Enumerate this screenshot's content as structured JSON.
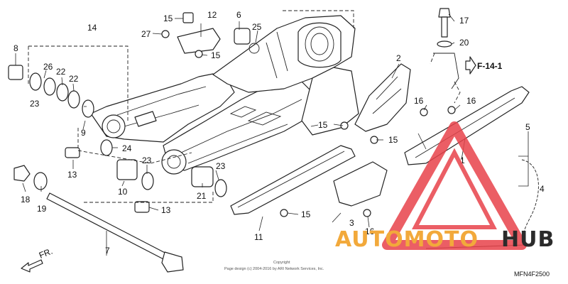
{
  "diagram": {
    "part_numbers": [
      "1",
      "2",
      "3",
      "4",
      "5",
      "6",
      "7",
      "8",
      "9",
      "10",
      "11",
      "12",
      "13",
      "13",
      "14",
      "15",
      "15",
      "15",
      "15",
      "15",
      "16",
      "16",
      "16",
      "17",
      "18",
      "19",
      "20",
      "21",
      "22",
      "22",
      "23",
      "23",
      "23",
      "24",
      "25",
      "26",
      "27"
    ],
    "reference": "F-14-1",
    "direction_label": "FR.",
    "copyright_line1": "Copyright",
    "copyright_line2": "Page design (c) 2004-2016 by ARI Network Services, Inc.",
    "diagram_code": "MFN4F2500"
  },
  "watermark": {
    "text_part1": "AUTOMOTO",
    "text_part2": "HUB",
    "color_primary": "#f2a93b",
    "color_secondary": "#2b2b2b",
    "logo_color": "#e8434b"
  },
  "watermark_logo": "triangle-warning-logo"
}
